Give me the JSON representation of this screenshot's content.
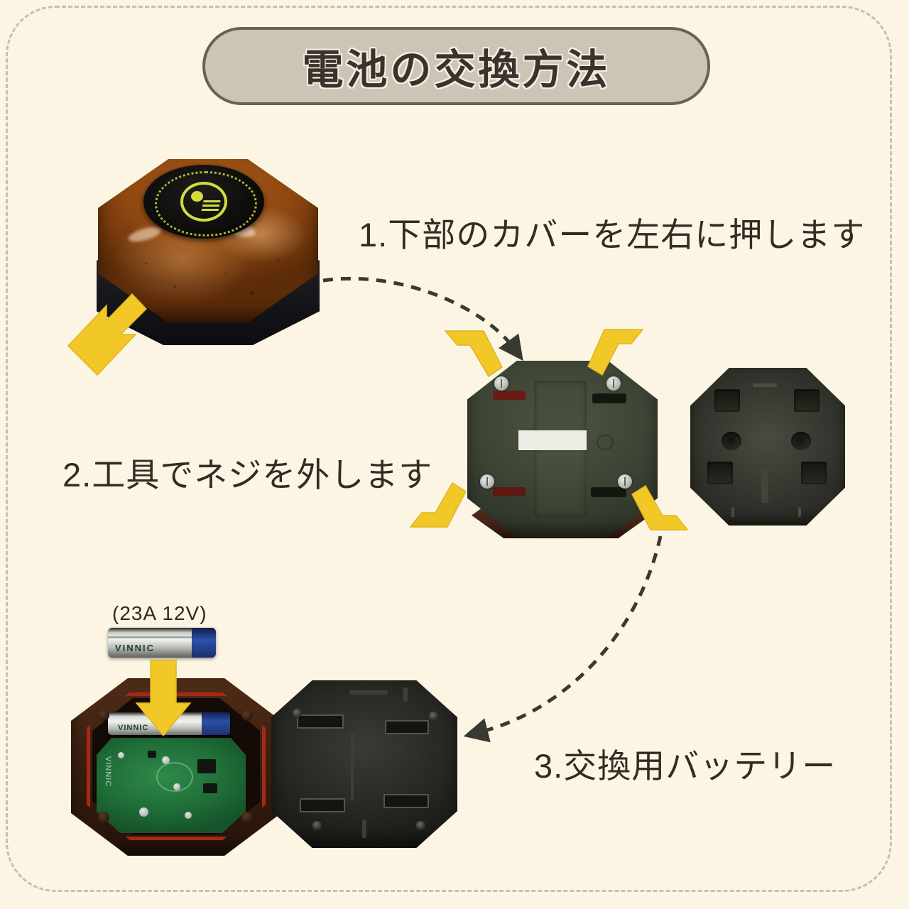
{
  "page": {
    "background_color": "#fcf5e3",
    "frame_border_color": "#c9bfa8"
  },
  "header": {
    "title": "電池の交換方法",
    "banner_fill": "#ccc5b6",
    "banner_border": "#6b6052",
    "title_color": "#3a332b"
  },
  "steps": [
    {
      "number": "1",
      "caption": "1.下部のカバーを左右に押します",
      "figure": "amber-call-button"
    },
    {
      "number": "2",
      "caption": "2.工具でネジを外します",
      "figure": "olive-green-base-with-screws"
    },
    {
      "number": "3",
      "caption": "3.交換用バッテリー",
      "figure": "black-back-plate"
    }
  ],
  "battery": {
    "spec_label": "(23A 12V)",
    "brand_text": "VINNIC",
    "body_color": "#f2f3f0",
    "cap_color": "#2d51ab"
  },
  "pcb": {
    "silkscreen_text": "VINNIC",
    "board_color": "#1f6d37"
  },
  "arrows": {
    "push_arrow_color": "#f2c829",
    "screw_arrow_color": "#f2c829",
    "battery_insert_arrow_color": "#f2c829",
    "flow_arrow_color": "#3a3833",
    "flow_arrow_style": "dashed"
  },
  "icons": {
    "call_emblem": "call-bell-icon",
    "screw": "screw-icon"
  }
}
